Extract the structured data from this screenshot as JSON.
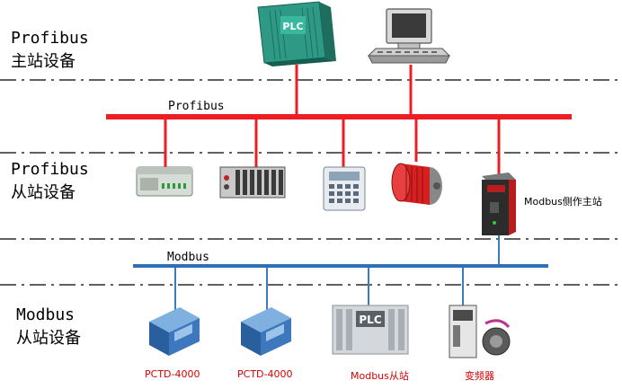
{
  "rows": {
    "master": {
      "line1": "Profibus",
      "line2": "主站设备"
    },
    "profibus_slave": {
      "line1": "Profibus",
      "line2": "从站设备"
    },
    "modbus_slave": {
      "line1": "Modbus",
      "line2": "从站设备"
    }
  },
  "buses": {
    "profibus": {
      "label": "Profibus",
      "color": "#ee1c25"
    },
    "modbus": {
      "label": "Modbus",
      "color": "#2f6fb5"
    }
  },
  "devices": {
    "plc_master": {
      "text": "PLC"
    },
    "gateway": {
      "label": "Modbus侧作主站"
    },
    "modbus_plc": {
      "text": "PLC",
      "label": "Modbus从站"
    },
    "pctd1": {
      "label": "PCTD-4000"
    },
    "pctd2": {
      "label": "PCTD-4000"
    },
    "vfd": {
      "label": "变频器"
    }
  },
  "colors": {
    "label_red": "#d40000",
    "dash": "#000000"
  }
}
